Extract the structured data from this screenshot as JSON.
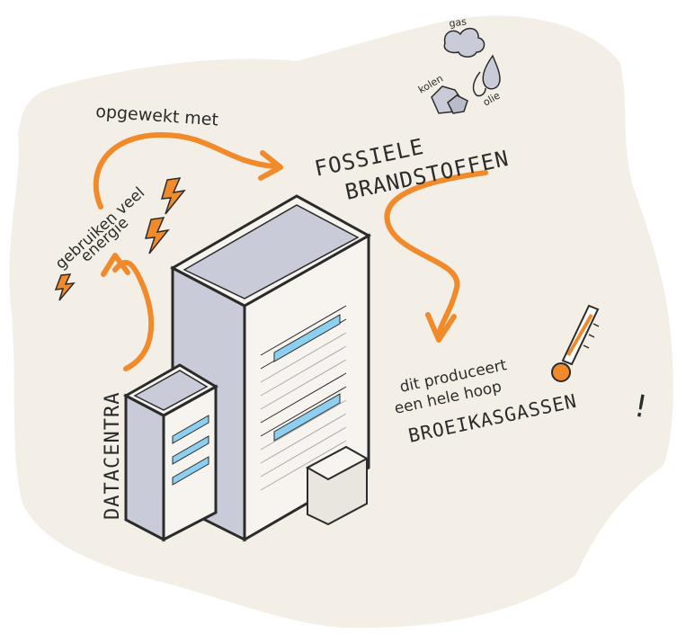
{
  "labels": {
    "datacentra": "DATACENTRA",
    "gebruiken_veel": "gebruiken veel",
    "energie": "energie",
    "opgewekt_met": "opgewekt met",
    "fossiele": "FOSSIELE",
    "brandstoffen": "BRANDSTOFFEN",
    "gas": "gas",
    "kolen": "kolen",
    "olie": "olie",
    "dit_produceert": "dit produceert",
    "een_hele_hoop": "een hele hoop",
    "broeikasgassen": "BROEIKASGASSEN",
    "exclamation": "!"
  },
  "icons": [
    "lightning-bolt-icon",
    "gas-cloud-icon",
    "coal-icon",
    "oil-drop-icon",
    "thermometer-icon",
    "arrow-icon",
    "office-building-icon"
  ],
  "colors": {
    "background": "#f4efe6",
    "accent_orange": "#f08a2b",
    "ink": "#2b2b2b",
    "window_blue": "#8ccfee",
    "building_gray": "#c9ccd8"
  }
}
